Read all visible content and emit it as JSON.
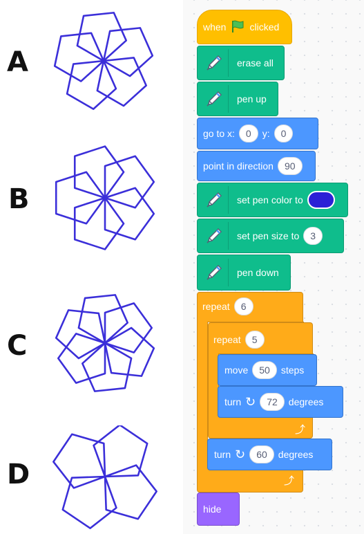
{
  "options": [
    {
      "label": "A"
    },
    {
      "label": "B"
    },
    {
      "label": "C"
    },
    {
      "label": "D"
    }
  ],
  "figure_color": "#3b2fd9",
  "blocks": {
    "hat": {
      "text_when": "when",
      "text_clicked": "clicked",
      "flag_icon": "green-flag-icon"
    },
    "erase_all": {
      "label": "erase all"
    },
    "pen_up": {
      "label": "pen up"
    },
    "goto": {
      "label_x": "go to x:",
      "x": "0",
      "label_y": "y:",
      "y": "0"
    },
    "point_dir": {
      "label": "point in direction",
      "value": "90"
    },
    "set_color": {
      "label": "set pen color to",
      "color": "#2b20d6"
    },
    "set_size": {
      "label": "set pen size to",
      "value": "3"
    },
    "pen_down": {
      "label": "pen down"
    },
    "repeat_outer": {
      "label": "repeat",
      "value": "6"
    },
    "repeat_inner": {
      "label": "repeat",
      "value": "5"
    },
    "move": {
      "label": "move",
      "value": "50",
      "unit": "steps"
    },
    "turn_inner": {
      "label": "turn",
      "value": "72",
      "unit": "degrees",
      "icon": "rotate-clockwise-icon"
    },
    "turn_outer": {
      "label": "turn",
      "value": "60",
      "unit": "degrees",
      "icon": "rotate-clockwise-icon"
    },
    "loop_arrow_icon": "loop-arrow-icon",
    "hide": {
      "label": "hide"
    }
  }
}
